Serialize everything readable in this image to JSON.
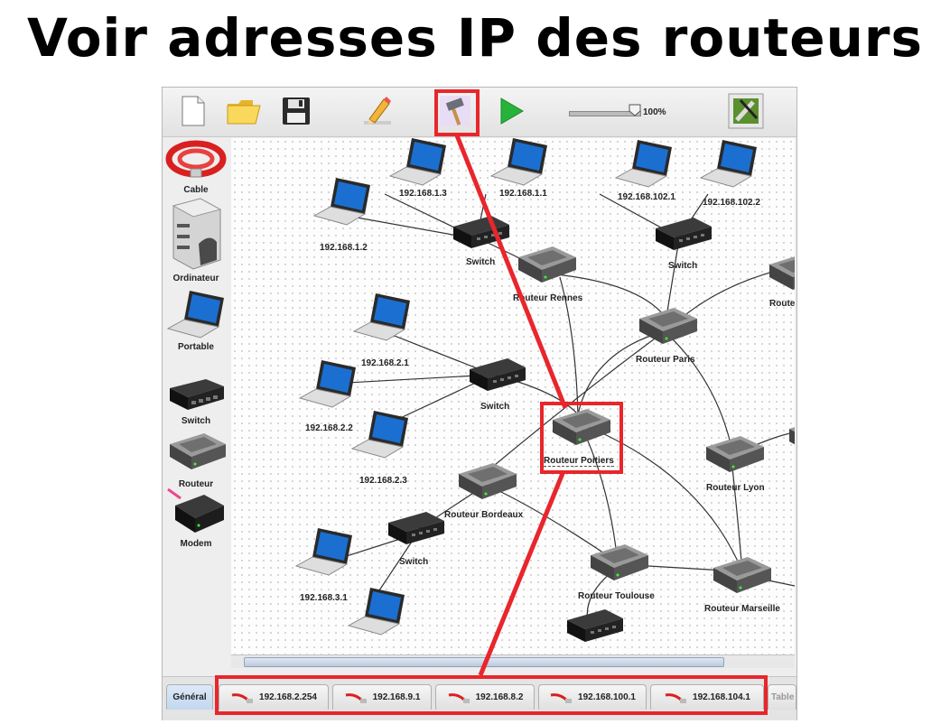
{
  "title": "Voir adresses IP des routeurs",
  "toolbar": {
    "zoom": "100%"
  },
  "palette": {
    "items": [
      {
        "label": "Cable",
        "icon": "cable-icon"
      },
      {
        "label": "Ordinateur",
        "icon": "desktop-computer-icon"
      },
      {
        "label": "Portable",
        "icon": "laptop-icon"
      },
      {
        "label": "Switch",
        "icon": "switch-icon"
      },
      {
        "label": "Routeur",
        "icon": "router-icon"
      },
      {
        "label": "Modem",
        "icon": "modem-icon"
      }
    ]
  },
  "network": {
    "laptops": [
      "192.168.1.3",
      "192.168.1.1",
      "192.168.102.1",
      "192.168.102.2",
      "192.168.1.2",
      "192.168.2.1",
      "192.168.2.2",
      "192.168.2.3",
      "192.168.3.1"
    ],
    "switches": [
      "Switch",
      "Switch",
      "Switch",
      "Switch"
    ],
    "routers": [
      "Routeur Rennes",
      "Routeur Paris",
      "Routeur Poitiers",
      "Routeur Lyon",
      "Routeur Bordeaux",
      "Routeur Toulouse",
      "Routeur Marseille",
      "Route"
    ]
  },
  "tabs": {
    "general": "Général",
    "ips": [
      "192.168.2.254",
      "192.168.9.1",
      "192.168.8.2",
      "192.168.100.1",
      "192.168.104.1"
    ],
    "table": "Table"
  },
  "colors": {
    "highlight": "#e8262c",
    "screen": "#1b6fd1",
    "router": "#6a6a6a",
    "switch": "#1d1d1d"
  }
}
